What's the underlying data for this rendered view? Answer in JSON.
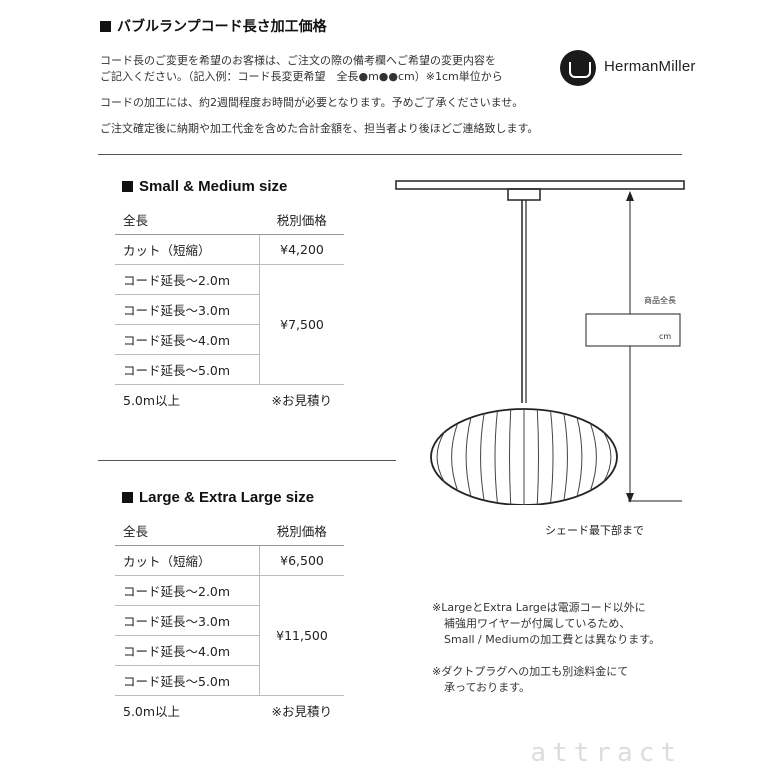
{
  "header": {
    "title": "バブルランプコード長さ加工価格",
    "intro_lines": [
      "コード長のご変更を希望のお客様は、ご注文の際の備考欄へご希望の変更内容を",
      "ご記入ください。（記入例：コード長変更希望　全長●m●●cm）※1cm単位から",
      "コードの加工には、約2週間程度お時間が必要となります。予めご了承くださいませ。",
      "ご注文確定後に納期や加工代金を含めた合計金額を、担当者より後ほどご連絡致します。"
    ],
    "brand": "HermanMiller"
  },
  "small_medium": {
    "title": "Small & Medium size",
    "col_length": "全長",
    "col_price": "税別価格",
    "cut_label": "カット（短縮）",
    "cut_price": "¥4,200",
    "ext_labels": [
      "コード延長～2.0m",
      "コード延長～3.0m",
      "コード延長～4.0m",
      "コード延長～5.0m"
    ],
    "ext_price": "¥7,500",
    "over_label": "5.0m以上",
    "over_price": "※お見積り"
  },
  "large_xl": {
    "title": "Large & Extra Large size",
    "col_length": "全長",
    "col_price": "税別価格",
    "cut_label": "カット（短縮）",
    "cut_price": "¥6,500",
    "ext_labels": [
      "コード延長～2.0m",
      "コード延長～3.0m",
      "コード延長～4.0m",
      "コード延長～5.0m"
    ],
    "ext_price": "¥11,500",
    "over_label": "5.0m以上",
    "over_price": "※お見積り"
  },
  "diagram": {
    "total_length_label": "商品全長",
    "unit": "cm",
    "caption": "シェード最下部まで"
  },
  "notes": {
    "note1": [
      "※LargeとExtra Largeは電源コード以外に",
      "補強用ワイヤーが付属しているため、",
      "Small / Mediumの加工費とは異なります。"
    ],
    "note2": [
      "※ダクトプラグへの加工も別途料金にて",
      "承っております。"
    ]
  },
  "watermark": "attract"
}
